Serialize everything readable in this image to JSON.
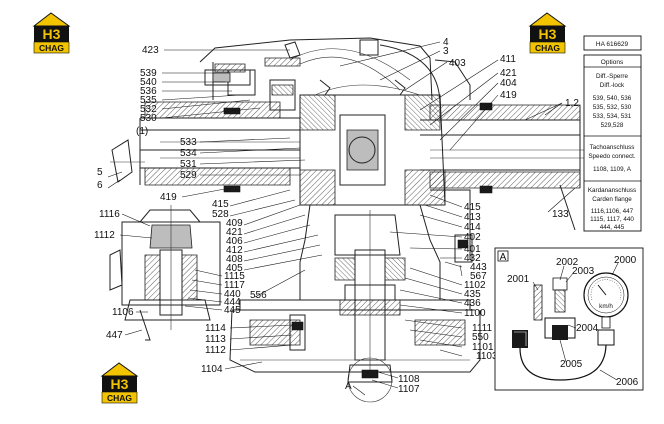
{
  "diagram": {
    "drawing_number": "HA 616629",
    "options_box": {
      "heading": "Options",
      "groups": [
        {
          "title_line1": "Diff.-Sperre",
          "title_line2": "Diff.-lock",
          "parts_lines": [
            "539, 540, 536",
            "535, 532, 530",
            "533, 534, 531",
            "529,528"
          ]
        },
        {
          "title_line1": "Tachoanschluss",
          "title_line2": "Speedo connect.",
          "parts_lines": [
            "1108, 1109, A"
          ]
        },
        {
          "title_line1": "Kardananschluss",
          "title_line2": "Carden flange",
          "parts_lines": [
            "1116,1106, 447",
            "1115, 1117, 440",
            "444, 445"
          ]
        }
      ]
    },
    "inset": {
      "label": "A",
      "callouts": [
        "2000",
        "2001",
        "2002",
        "2003",
        "2004",
        "2005",
        "2006"
      ],
      "gauge_unit": "km/h"
    },
    "section_marker": "A",
    "callouts": [
      "423",
      "4",
      "3",
      "403",
      "411",
      "421",
      "404",
      "419",
      "1,2",
      "539",
      "540",
      "536",
      "535",
      "532",
      "530",
      "(1)",
      "533",
      "534",
      "531",
      "529",
      "5",
      "6",
      "419",
      "415",
      "528",
      "409",
      "421",
      "406",
      "412",
      "408",
      "405",
      "415",
      "413",
      "414",
      "402",
      "401",
      "432",
      "443",
      "567",
      "1116",
      "1112",
      "1115",
      "1117",
      "440",
      "444",
      "445",
      "1106",
      "447",
      "556",
      "1102",
      "435",
      "436",
      "1100",
      "1114",
      "1113",
      "1112",
      "1111",
      "550",
      "1101",
      "1103",
      "1104",
      "1108",
      "1107",
      "133"
    ],
    "logos": [
      {
        "brand_line1": "H3",
        "brand_line2": "CHAG"
      },
      {
        "brand_line1": "H3",
        "brand_line2": "CHAG"
      },
      {
        "brand_line1": "H3",
        "brand_line2": "CHAG"
      }
    ],
    "colors": {
      "ink": "#111111",
      "logo_yellow": "#f2c400",
      "logo_black": "#111111",
      "paper": "#ffffff"
    }
  }
}
